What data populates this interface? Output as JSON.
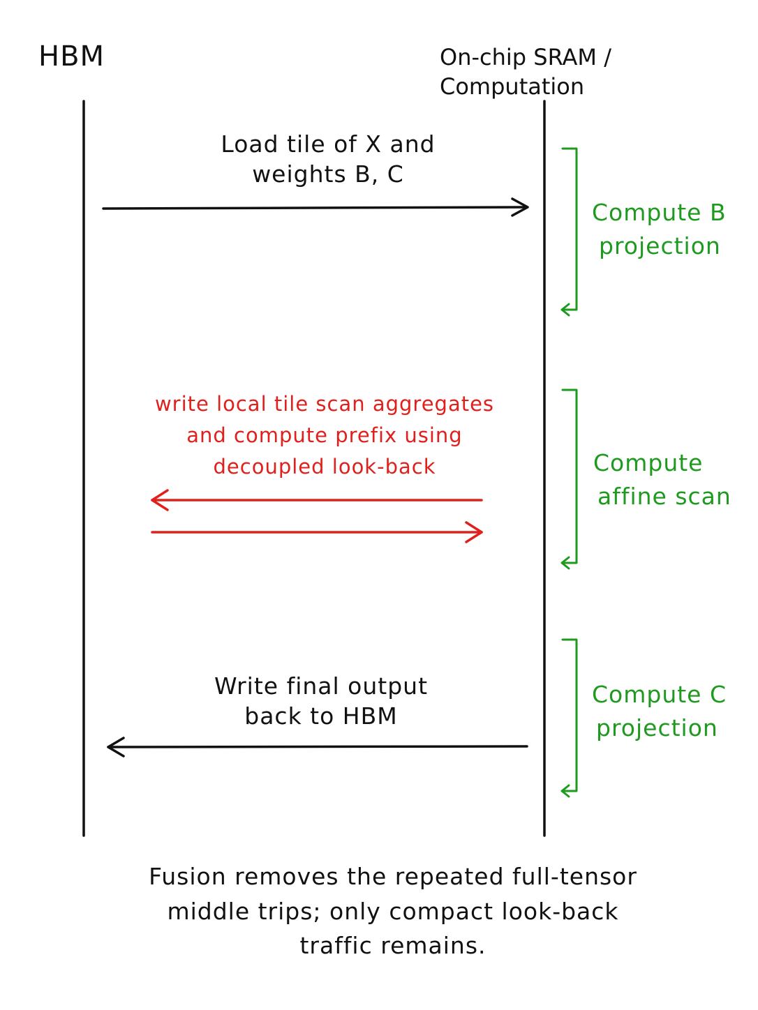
{
  "colors": {
    "ink": "#111111",
    "compute": "#1e9a1e",
    "lookback": "#e0201c"
  },
  "headers": {
    "left": "HBM",
    "right": "On-chip SRAM / Computation"
  },
  "messages": {
    "load": [
      "Load tile of X and",
      "weights B, C"
    ],
    "lookback": [
      "write local tile scan aggregates",
      "and compute prefix using",
      "decoupled look-back"
    ],
    "write": [
      "Write final output",
      "back to HBM"
    ]
  },
  "compute_steps": [
    [
      "Compute B",
      "projection"
    ],
    [
      "Compute",
      "affine scan"
    ],
    [
      "Compute C",
      "projection"
    ]
  ],
  "caption": [
    "Fusion removes the repeated full-tensor",
    "middle trips; only compact look-back",
    "traffic remains."
  ]
}
